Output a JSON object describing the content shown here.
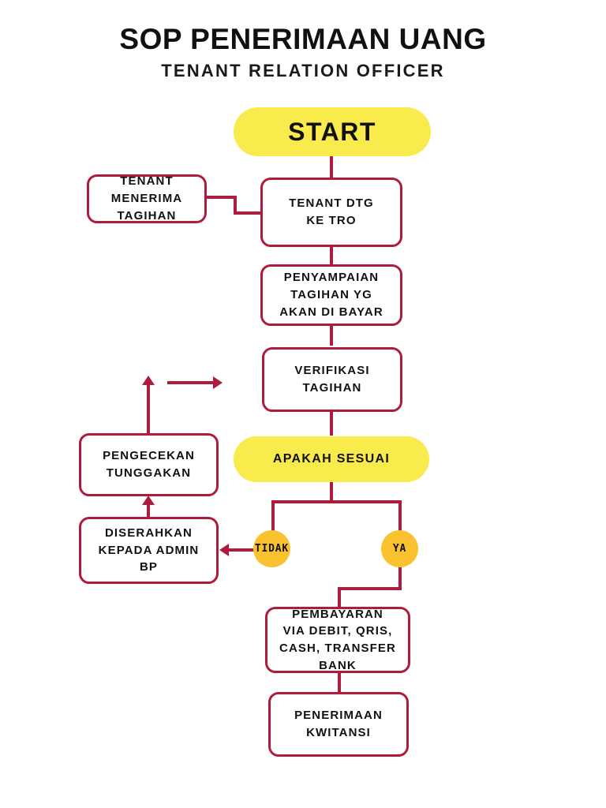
{
  "header": {
    "title": "SOP PENERIMAAN UANG",
    "subtitle": "TENANT RELATION OFFICER"
  },
  "colors": {
    "line": "#AF1B3C",
    "box_border": "#AF1B3C",
    "box_fill": "#FFFFFF",
    "pill_yellow": "#FAEB4D",
    "badge_amber": "#FAC22F",
    "text": "#111111",
    "background": "#FFFFFF"
  },
  "flowchart": {
    "type": "flowchart",
    "orientation": "top-to-bottom",
    "nodes": [
      {
        "id": "start",
        "shape": "pill",
        "label": "START"
      },
      {
        "id": "tenant_dtg",
        "shape": "box",
        "label": "TENANT DTG\nKE TRO"
      },
      {
        "id": "tenant_terima",
        "shape": "box",
        "label": "TENANT\nMENERIMA\nTAGIHAN"
      },
      {
        "id": "penyampaian",
        "shape": "box",
        "label": "PENYAMPAIAN\nTAGIHAN YG\nAKAN DI BAYAR"
      },
      {
        "id": "verifikasi",
        "shape": "box",
        "label": "VERIFIKASI\nTAGIHAN"
      },
      {
        "id": "apakah",
        "shape": "pill",
        "label": "APAKAH SESUAI"
      },
      {
        "id": "tidak",
        "shape": "circle",
        "label": "TIDAK"
      },
      {
        "id": "ya",
        "shape": "circle",
        "label": "YA"
      },
      {
        "id": "diserahkan",
        "shape": "box",
        "label": "DISERAHKAN\nKEPADA ADMIN\nBP"
      },
      {
        "id": "pengecekan",
        "shape": "box",
        "label": "PENGECEKAN\nTUNGGAKAN"
      },
      {
        "id": "pembayaran",
        "shape": "box",
        "label": "PEMBAYARAN\nVIA DEBIT, QRIS,\nCASH, TRANSFER\nBANK"
      },
      {
        "id": "kwitansi",
        "shape": "box",
        "label": "PENERIMAAN\nKWITANSI"
      }
    ],
    "edges": [
      {
        "from": "start",
        "to": "tenant_dtg",
        "label": ""
      },
      {
        "from": "tenant_terima",
        "to": "tenant_dtg",
        "label": ""
      },
      {
        "from": "tenant_dtg",
        "to": "penyampaian",
        "label": ""
      },
      {
        "from": "penyampaian",
        "to": "verifikasi",
        "label": ""
      },
      {
        "from": "verifikasi",
        "to": "apakah",
        "label": ""
      },
      {
        "from": "apakah",
        "to": "tidak",
        "label": "TIDAK"
      },
      {
        "from": "apakah",
        "to": "ya",
        "label": "YA"
      },
      {
        "from": "tidak",
        "to": "diserahkan",
        "label": ""
      },
      {
        "from": "diserahkan",
        "to": "pengecekan",
        "label": ""
      },
      {
        "from": "pengecekan",
        "to": "verifikasi",
        "label": ""
      },
      {
        "from": "ya",
        "to": "pembayaran",
        "label": ""
      },
      {
        "from": "pembayaran",
        "to": "kwitansi",
        "label": ""
      }
    ]
  }
}
